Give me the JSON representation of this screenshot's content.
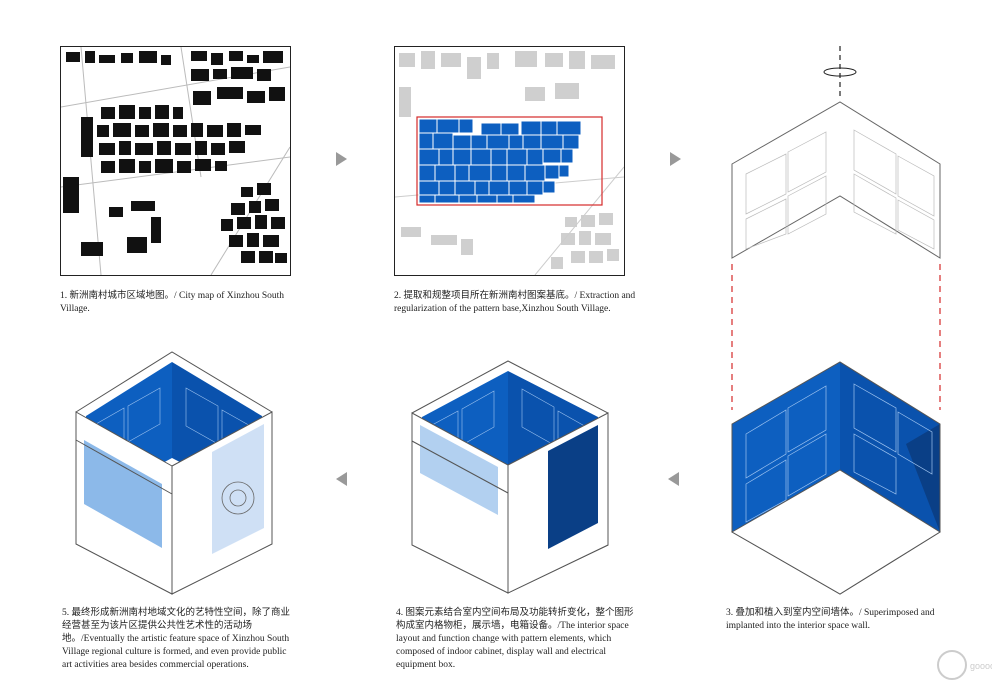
{
  "captions": {
    "step1": "1. 新洲南村城市区域地图。/ City map of Xinzhou South Village.",
    "step2": "2. 提取和规整项目所在新洲南村图案基底。/ Extraction and regularization of the pattern base,Xinzhou South Village.",
    "step3": "3. 叠加和植入到室内空间墙体。/ Superimposed and implanted into the interior space wall.",
    "step4": "4. 图案元素结合室内空间布局及功能转折变化，整个图形构成室内格物柜，展示墙，电箱设备。/The interior space layout and function change with pattern elements, which composed of indoor cabinet, display wall and electrical equipment box.",
    "step5": "5. 最终形成新洲南村地域文化的艺特性空间，除了商业经营甚至为该片区提供公共性艺术性的活动场地。/Eventually the artistic feature space of Xinzhou South Village regional culture is formed, and even provide public art activities area besides commercial operations."
  },
  "watermark": "gooood.cn",
  "colors": {
    "blue": "#0d5fc0",
    "dark_blue": "#0a3f86",
    "gray_block": "#cfcfcf",
    "red": "#d42a2a",
    "arrow": "#999999"
  }
}
